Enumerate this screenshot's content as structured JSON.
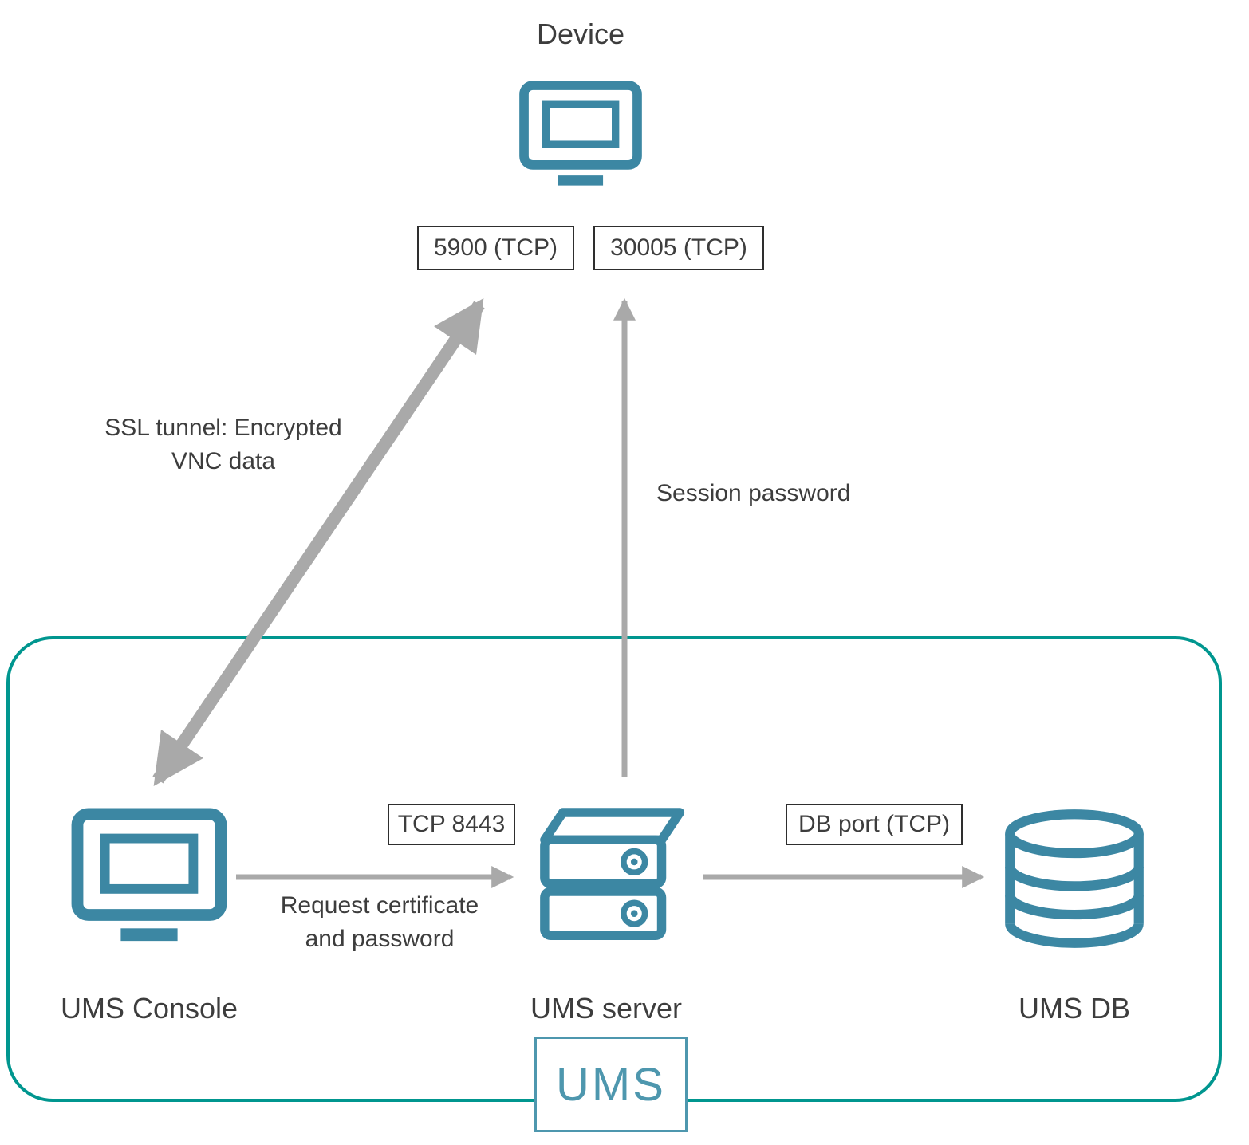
{
  "diagram": {
    "device": {
      "label": "Device"
    },
    "port_boxes": {
      "vnc": "5900 (TCP)",
      "session": "30005 (TCP)",
      "tcp_8443": "TCP 8443",
      "db": "DB port (TCP)"
    },
    "edges": {
      "ssl_tunnel": "SSL tunnel: Encrypted\nVNC data",
      "session_password": "Session password",
      "request_certificate": "Request certificate\nand password"
    },
    "nodes": {
      "console": "UMS Console",
      "server": "UMS server",
      "db": "UMS DB"
    },
    "group": {
      "label": "UMS"
    },
    "colors": {
      "icon_teal": "#3C87A3",
      "group_border_teal": "#00968F",
      "badge_teal": "#4E97AE",
      "arrow_gray": "#A9A9A9",
      "text": "#3D3D3D"
    }
  }
}
